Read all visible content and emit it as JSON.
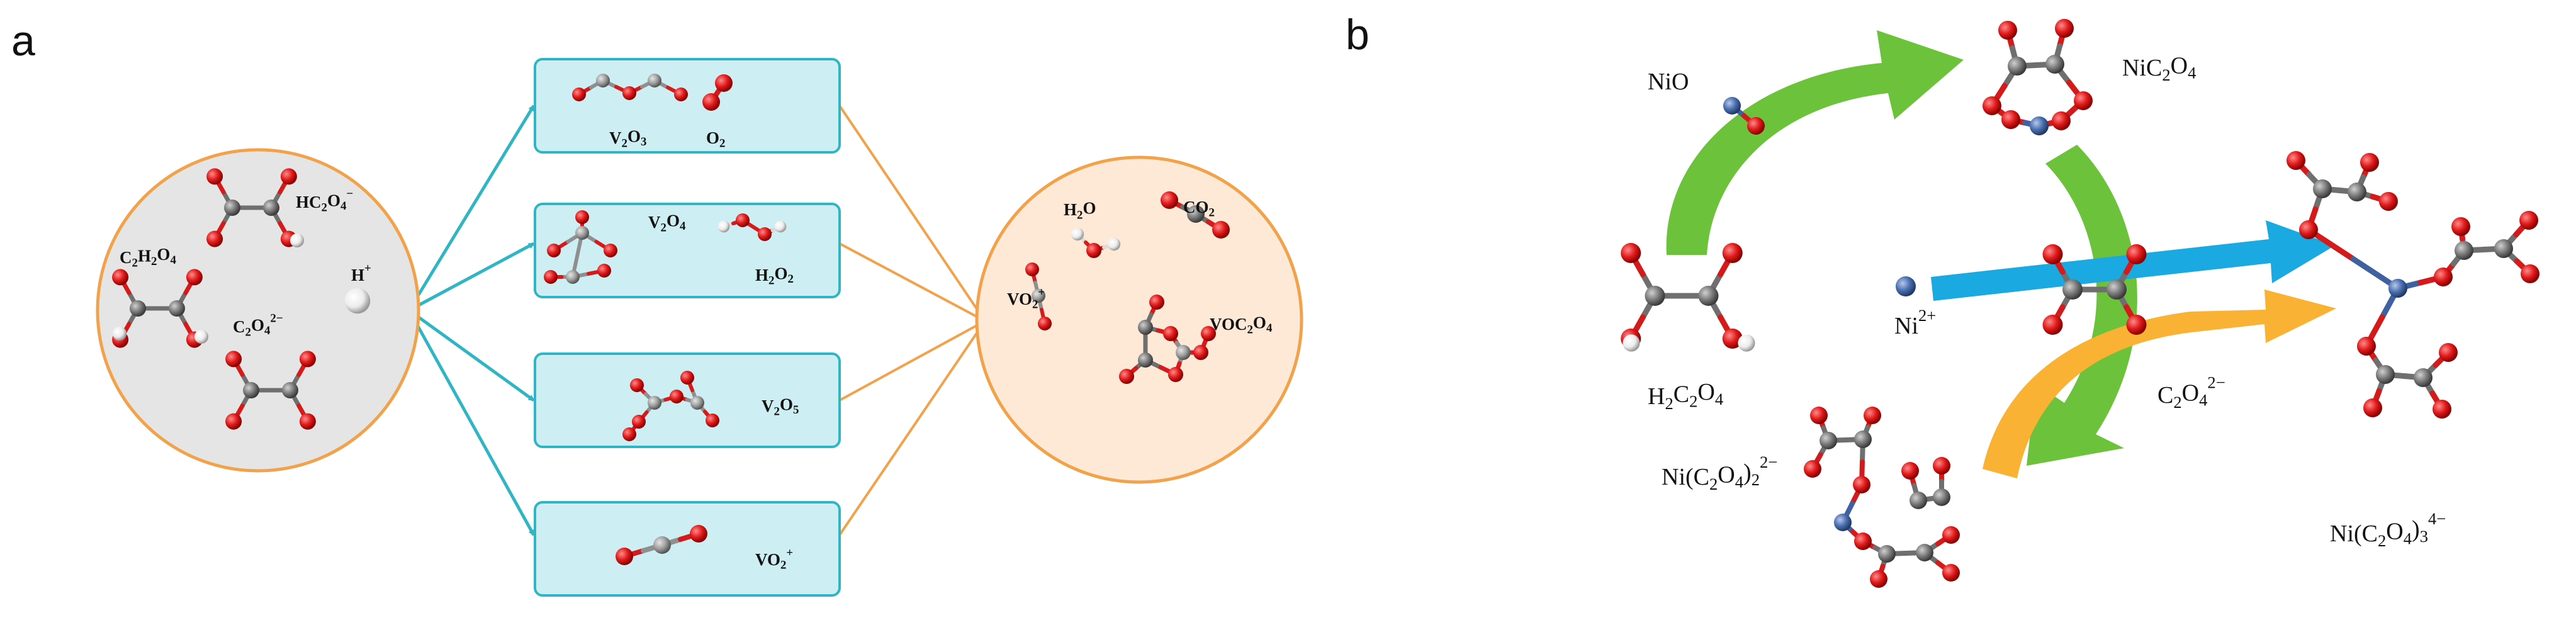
{
  "panel_a": {
    "letter": "a",
    "reactant_labels": [
      {
        "base": "HC",
        "sub": "2",
        "mid": "O",
        "sub2": "4",
        "sup": "−"
      },
      {
        "base": "C",
        "sub": "2",
        "mid": "H",
        "sub2": "2",
        "tail": "O",
        "sub3": "4"
      },
      {
        "base": "H",
        "sup": "+"
      },
      {
        "base": "C",
        "sub": "2",
        "mid": "O",
        "sub2": "4",
        "sup": "2−"
      }
    ],
    "intermediate_labels": [
      {
        "base": "V",
        "sub": "2",
        "mid": "O",
        "sub2": "3"
      },
      {
        "base": "O",
        "sub": "2"
      },
      {
        "base": "V",
        "sub": "2",
        "mid": "O",
        "sub2": "4"
      },
      {
        "base": "H",
        "sub": "2",
        "mid": "O",
        "sub2": "2"
      },
      {
        "base": "V",
        "sub": "2",
        "mid": "O",
        "sub2": "5"
      },
      {
        "base": "VO",
        "sub": "2",
        "sup": "+"
      }
    ],
    "product_labels": [
      {
        "base": "H",
        "sub": "2",
        "mid": "O"
      },
      {
        "base": "CO",
        "sub": "2"
      },
      {
        "base": "VO",
        "sub": "2",
        "sup": "+"
      },
      {
        "base": "VOC",
        "sub": "2",
        "mid": "O",
        "sub2": "4"
      }
    ],
    "colors": {
      "reactant_fill": "#e5e5e5",
      "circle_stroke": "#f2a24a",
      "box_fill": "#cdeef2",
      "box_stroke": "#2fb5c3",
      "product_fill": "#fde9d6",
      "arrow_teal": "#2fb5c3",
      "arrow_orange": "#f2a24a"
    }
  },
  "panel_b": {
    "letter": "b",
    "labels": [
      {
        "base": "NiO"
      },
      {
        "base": "NiC",
        "sub": "2",
        "mid": "O",
        "sub2": "4"
      },
      {
        "base": "H",
        "sub": "2",
        "mid": "C",
        "sub2": "2",
        "tail": "O",
        "sub3": "4"
      },
      {
        "base": "Ni",
        "sup": "2+"
      },
      {
        "base": "C",
        "sub": "2",
        "mid": "O",
        "sub2": "4",
        "sup": "2−"
      },
      {
        "base": "Ni(C",
        "sub": "2",
        "mid": "O",
        "sub2": "4",
        "tail": ")",
        "sub3": "2",
        "sup": "2−"
      },
      {
        "base": "Ni(C",
        "sub": "2",
        "mid": "O",
        "sub2": "4",
        "tail": ")",
        "sub3": "3",
        "sup": "4−"
      }
    ],
    "colors": {
      "arrow_green": "#6cc23a",
      "arrow_blue": "#1aa9e0",
      "arrow_orange": "#f9b233"
    }
  },
  "atom_colors": {
    "oxygen": "#e01b1b",
    "carbon": "#7b7b7b",
    "hydrogen": "#f2f2f2",
    "nickel": "#4a6fb0",
    "vanadium": "#a0a0a0"
  }
}
